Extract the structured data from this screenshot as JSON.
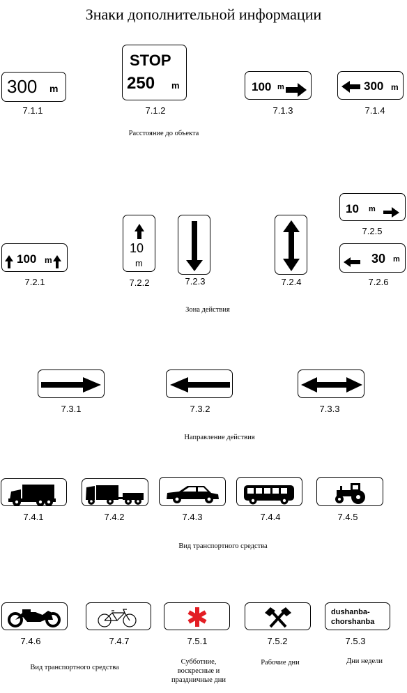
{
  "title": "Знаки дополнительной информации",
  "signs": {
    "s711": {
      "code": "7.1.1",
      "num": "300",
      "unit": "m"
    },
    "s712": {
      "code": "7.1.2",
      "top": "STOP",
      "num": "250",
      "unit": "m"
    },
    "s713": {
      "code": "7.1.3",
      "num": "100",
      "unit": "m"
    },
    "s714": {
      "code": "7.1.4",
      "num": "300",
      "unit": "m"
    },
    "s721": {
      "code": "7.2.1",
      "num": "100",
      "unit": "m"
    },
    "s722": {
      "code": "7.2.2",
      "num": "10",
      "unit": "m"
    },
    "s723": {
      "code": "7.2.3"
    },
    "s724": {
      "code": "7.2.4"
    },
    "s725": {
      "code": "7.2.5",
      "num": "10",
      "unit": "m"
    },
    "s726": {
      "code": "7.2.6",
      "num": "30",
      "unit": "m"
    },
    "s731": {
      "code": "7.3.1"
    },
    "s732": {
      "code": "7.3.2"
    },
    "s733": {
      "code": "7.3.3"
    },
    "s741": {
      "code": "7.4.1",
      "icon": "truck-icon"
    },
    "s742": {
      "code": "7.4.2",
      "icon": "truck-trailer-icon"
    },
    "s743": {
      "code": "7.4.3",
      "icon": "car-icon"
    },
    "s744": {
      "code": "7.4.4",
      "icon": "bus-icon"
    },
    "s745": {
      "code": "7.4.5",
      "icon": "tractor-icon"
    },
    "s746": {
      "code": "7.4.6",
      "icon": "motorcycle-icon"
    },
    "s747": {
      "code": "7.4.7",
      "icon": "bicycle-icon"
    },
    "s751": {
      "code": "7.5.1",
      "icon": "red-asterisk-icon",
      "color": "#e31e24"
    },
    "s752": {
      "code": "7.5.2",
      "icon": "crossed-hammers-icon"
    },
    "s753": {
      "code": "7.5.3",
      "line1": "dushanba-",
      "line2": "chorshanba"
    }
  },
  "captions": {
    "distance": "Расстояние до объекта",
    "zone": "Зона действия",
    "direction": "Направление действия",
    "vehicle_type": "Вид транспортного средства",
    "vehicle_type_2": "Вид транспортного средства",
    "weekends_line1": "Субботние,",
    "weekends_line2": "воскресные и",
    "weekends_line3": "праздничные дни",
    "workdays": "Рабочие дни",
    "weekdays": "Дни недели"
  }
}
